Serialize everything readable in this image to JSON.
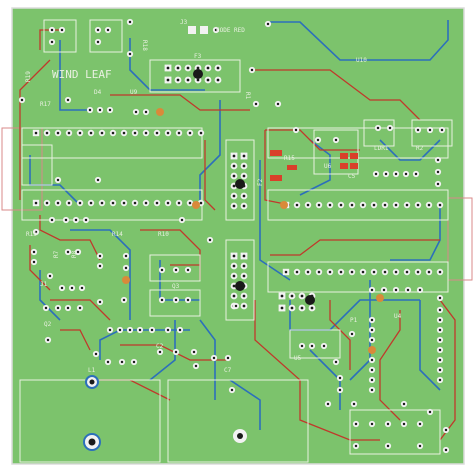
{
  "board": {
    "colors": {
      "pcb": "#7cc36c",
      "pad": "#f2f2f2",
      "hole": "#1a1a1a",
      "trace_top": "#c0392b",
      "trace_bottom": "#2c6fbb",
      "silk": "#e8f0e0",
      "outline": "#dcdcdc",
      "smd": "#d9402a"
    },
    "title": "WIND LEAF",
    "labels": {
      "r19": "R19",
      "r18": "R18",
      "r17": "R17",
      "d4": "D4",
      "r13": "R13",
      "u9": "U9",
      "u10": "U10",
      "u6": "U6",
      "r2": "R2",
      "ldr1": "LDR1",
      "r14": "R14",
      "r10": "R10",
      "j1": "J1",
      "q2": "Q2",
      "q3": "Q3",
      "c2": "C2",
      "c7": "C7",
      "u5": "U5",
      "u4": "U4",
      "l1": "L1",
      "f2": "F2",
      "f3": "F3",
      "r15": "R15",
      "code_red": "CODE RED",
      "j3": "J3",
      "r1": "R1",
      "r7": "R7",
      "r8": "R8",
      "c5": "C5",
      "p1": "P1"
    }
  }
}
